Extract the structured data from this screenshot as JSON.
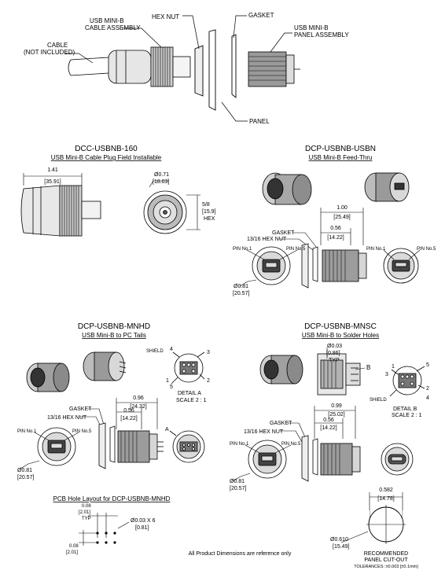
{
  "assembly": {
    "hex_nut": "HEX NUT",
    "gasket": "GASKET",
    "cable_asm_1": "USB MINI-B",
    "cable_asm_2": "CABLE ASSEMBLY",
    "panel_asm_1": "USB MINI-B",
    "panel_asm_2": "PANEL ASSEMBLY",
    "cable_1": "CABLE",
    "cable_2": "(NOT INCLUDED)",
    "panel": "PANEL"
  },
  "dcc": {
    "title": "DCC-USBNB-160",
    "subtitle": "USB Mini-B Cable Plug Field Installable",
    "len_in": "1.41",
    "len_mm": "[35.91]",
    "dia_in": "Ø0.71",
    "dia_mm": "[18.03]",
    "hex_in": "5/8",
    "hex_mm": "[15.9]",
    "hex_label": "HEX"
  },
  "dcp_usbn": {
    "title": "DCP-USBNB-USBN",
    "subtitle": "USB Mini-B Feed-Thru",
    "dim1_in": "1.00",
    "dim1_mm": "[25.49]",
    "dim2_in": "0.56",
    "dim2_mm": "[14.22]",
    "gasket": "GASKET",
    "hex_nut": "13/16 HEX NUT",
    "pin1": "PIN No.1",
    "pin5": "PIN No.5",
    "pin1b": "PIN No.1",
    "pin5b": "PIN No.5",
    "dia_in": "Ø0.81",
    "dia_mm": "[20.57]"
  },
  "mnhd": {
    "title": "DCP-USBNB-MNHD",
    "subtitle": "USB Mini-B to PC Tails",
    "shield": "SHIELD",
    "n4": "4",
    "n3": "3",
    "n2": "2",
    "n1": "1",
    "n5": "5",
    "detail": "DETAIL A",
    "scale": "SCALE 2 : 1",
    "dim1_in": "0.96",
    "dim1_mm": "[24.32]",
    "dim2_in": "0.56",
    "dim2_mm": "[14.22]",
    "gasket": "GASKET",
    "hex_nut": "13/16 HEX NUT",
    "pin1": "PIN No.1",
    "pin5": "PIN No.5",
    "callout_a": "A",
    "dia_in": "Ø0.81",
    "dia_mm": "[20.57]"
  },
  "mnsc": {
    "title": "DCP-USBNB-MNSC",
    "subtitle": "USB Mini-B to Solder Holes",
    "hole_in": "Ø0.03",
    "hole_mm": "[0.86]",
    "typ": "TYP",
    "callout_b": "B",
    "n1": "1",
    "n3": "3",
    "n5": "5",
    "n2": "2",
    "n4": "4",
    "shield": "SHIELD",
    "detail": "DETAIL B",
    "scale": "SCALE 2 : 1",
    "dim1_in": "0.99",
    "dim1_mm": "[25.02]",
    "dim2_in": "0.56",
    "dim2_mm": "[14.22]",
    "gasket": "GASKET",
    "hex_nut": "13/16 HEX NUT",
    "pin1": "PIN No.1",
    "pin5": "PIN No.5",
    "dia_in": "Ø0.81",
    "dia_mm": "[20.57]"
  },
  "pcb": {
    "title": "PCB Hole Layout for DCP-USBNB-MNHD",
    "pitch_in": "0.08",
    "pitch_mm": "[2.01]",
    "typ": "TYP",
    "hole": "Ø0.03 X 6",
    "hole_mm": "[0.81]",
    "row_in": "0.08",
    "row_mm": "[2.01]"
  },
  "cutout": {
    "flat_in": "0.582",
    "flat_mm": "[14.78]",
    "dia_in": "Ø0.610",
    "dia_mm": "[15.49]",
    "label_1": "RECOMMENDED",
    "label_2": "PANEL CUT-OUT",
    "tolerance": "TOLERANCES: ±0.003 [±0.1mm]"
  },
  "footer": "All Product Dimensions are reference only"
}
